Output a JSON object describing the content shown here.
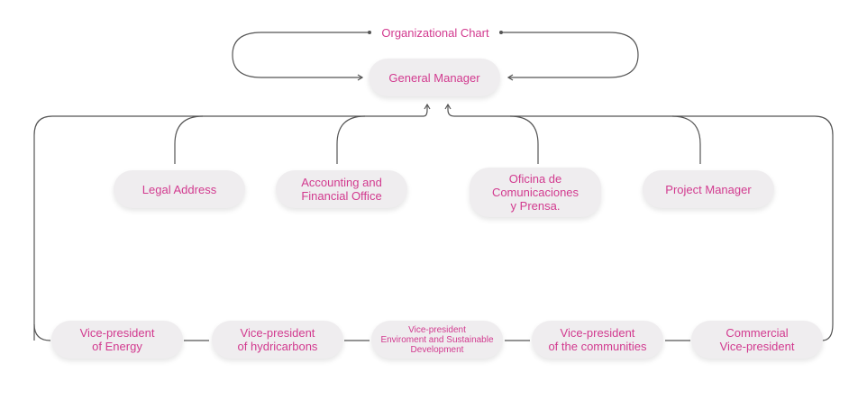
{
  "title": "Organizational Chart",
  "colors": {
    "text": "#d23a8f",
    "box": "#efedef",
    "line": "#555555"
  },
  "nodes": {
    "general_manager": "General Manager",
    "legal_address": "Legal Address",
    "accounting": "Accounting and\nFinancial Office",
    "comunicaciones": "Oficina de\nComunicaciones\ny Prensa.",
    "project_manager": "Project Manager",
    "vp_energy": "Vice-president\nof Energy",
    "vp_hydrocarbons": "Vice-president\nof hydricarbons",
    "vp_environment": "Vice-president\nEnviroment and Sustainable\nDevelopment",
    "vp_communities": "Vice-president\nof the communities",
    "vp_commercial": "Commercial\nVice-president"
  }
}
